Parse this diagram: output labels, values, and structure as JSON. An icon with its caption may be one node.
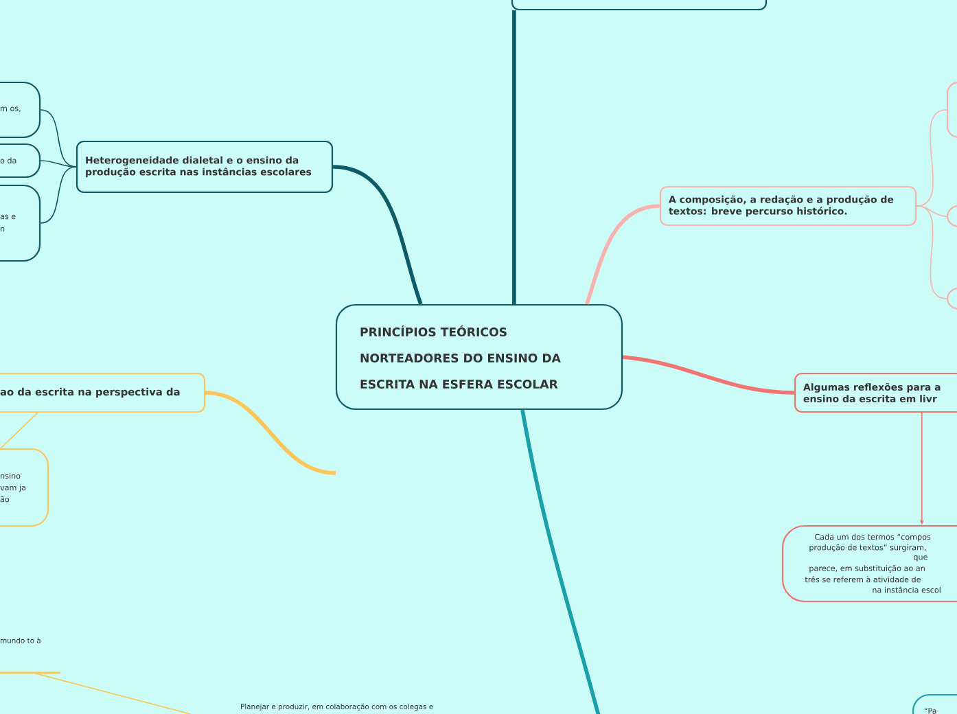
{
  "diagram": {
    "nodes": [
      {
        "text": [
          "PRINCÍPIOS TEÓRICOS NORTEADORES DO ENSINO DA ESCRITA NA ESFERA ESCOLAR"
        ]
      },
      {
        "text": [],
        "shape": "box"
      },
      {
        "text": [
          "Heterogeneidade dialetal e o ensino da produção escrita nas instâncias escolares"
        ]
      },
      {
        "text": [
          "m os,"
        ]
      },
      {
        "text": [
          "o da"
        ]
      },
      {
        "text": [
          "as e n"
        ]
      },
      {
        "text": [
          "ao da escrita na perspectiva da"
        ]
      },
      {
        "text": [
          "nsino vam ja ão"
        ]
      },
      {
        "text": [
          "mundo to à"
        ]
      },
      {
        "text": [
          "Planejar e produzir, em colaboração com os colegas e"
        ]
      },
      {
        "text": [
          "A composição, a redação e a produção de textos: breve percurso histórico."
        ]
      },
      {
        "text": [],
        "shape": "box"
      },
      {
        "text": [],
        "shape": "box"
      },
      {
        "text": [],
        "shape": "box"
      },
      {
        "text": [
          "Algumas reflexões para a ensino da escrita em livr"
        ]
      },
      {
        "text": [
          "Cada um dos termos “compos",
          "produção de textos” surgiram,",
          "que",
          "parece, em substituição ao an",
          "três se referem à atividade de",
          "na instância escol"
        ]
      },
      {
        "text": [
          "“Pa"
        ]
      }
    ],
    "edges": [
      {
        "from": 0,
        "to": 1,
        "arrow": "none",
        "style": "thick"
      },
      {
        "from": 0,
        "to": 2,
        "arrow": "none",
        "style": "thick"
      },
      {
        "from": 2,
        "to": 3,
        "arrow": "none"
      },
      {
        "from": 2,
        "to": 4,
        "arrow": "none"
      },
      {
        "from": 2,
        "to": 5,
        "arrow": "none"
      },
      {
        "from": 0,
        "to": 6,
        "arrow": "none",
        "style": "thick",
        "color": "#fcc65a"
      },
      {
        "from": 6,
        "to": 7,
        "arrow": "none",
        "color": "#fcc65a"
      },
      {
        "from": 8,
        "to": null,
        "arrow": "none",
        "color": "#fcc65a"
      },
      {
        "from": 0,
        "to": 10,
        "arrow": "none",
        "style": "thick",
        "color": "#f7b2ad"
      },
      {
        "from": 10,
        "to": 11,
        "arrow": "none",
        "color": "#f7b2ad"
      },
      {
        "from": 10,
        "to": 12,
        "arrow": "none",
        "color": "#f7b2ad"
      },
      {
        "from": 10,
        "to": 13,
        "arrow": "none",
        "color": "#f7b2ad"
      },
      {
        "from": 0,
        "to": 14,
        "arrow": "none",
        "style": "thick",
        "color": "#f07470"
      },
      {
        "from": 14,
        "to": 15,
        "arrow": "to",
        "color": "#f07470"
      },
      {
        "from": 0,
        "to": null,
        "arrow": "none",
        "style": "thick",
        "color": "#1aa0a8"
      }
    ]
  }
}
